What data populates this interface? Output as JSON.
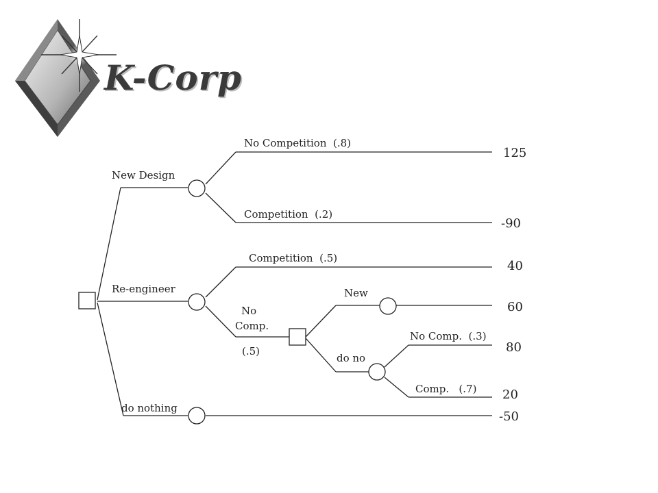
{
  "title": "K-Corp",
  "icons": {
    "logo": "diamond-sparkle-logo"
  },
  "colors": {
    "line": "#222222",
    "title_text": "#3a3a3a",
    "title_shadow": "#bdbdbd"
  },
  "tree": {
    "branches": {
      "new_design": "New Design",
      "re_engineer": "Re-engineer",
      "do_nothing": "do nothing",
      "no_competition": "No Competition  (.8)",
      "competition_02": "Competition  (.2)",
      "competition_05": "Competition  (.5)",
      "no_comp_line1": "No",
      "no_comp_line2": "Comp.",
      "no_comp_prob": "(.5)",
      "new": "New",
      "do_no": "do no",
      "no_comp_03": "No Comp.  (.3)",
      "comp_07": "Comp.   (.7)"
    },
    "payoffs": {
      "p125": "125",
      "p_minus90": "-90",
      "p40": "40",
      "p60": "60",
      "p80": "80",
      "p20": "20",
      "p_minus50": "-50"
    }
  }
}
